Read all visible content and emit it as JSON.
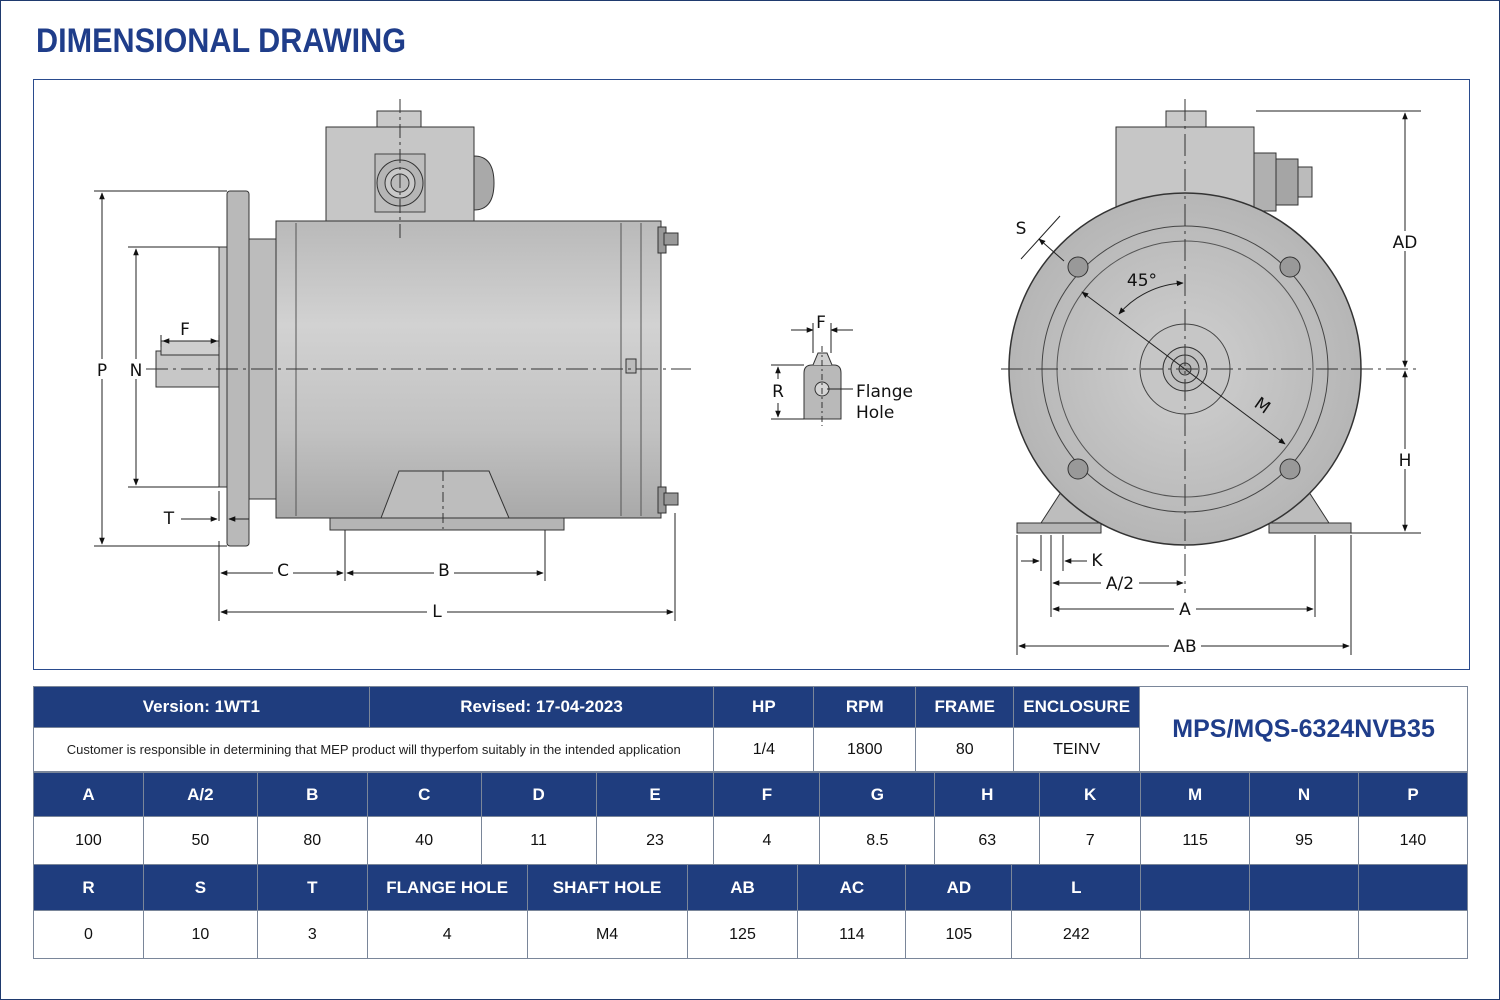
{
  "title": "DIMENSIONAL DRAWING",
  "drawing": {
    "labels": {
      "P": "P",
      "N": "N",
      "F": "F",
      "T": "T",
      "C": "C",
      "B": "B",
      "L": "L",
      "flange_F": "F",
      "flange_R": "R",
      "flange_hole_1": "Flange",
      "flange_hole_2": "Hole",
      "S": "S",
      "angle": "45°",
      "M": "M",
      "AD": "AD",
      "H": "H",
      "K": "K",
      "A_half": "A/2",
      "A": "A",
      "AB": "AB"
    }
  },
  "header": {
    "version": "Version: 1WT1",
    "revised": "Revised: 17-04-2023",
    "hp_label": "HP",
    "rpm_label": "RPM",
    "frame_label": "FRAME",
    "enclosure_label": "ENCLOSURE",
    "note": "Customer is responsible in determining that MEP product will thyperfom suitably in the intended application",
    "hp": "1/4",
    "rpm": "1800",
    "frame": "80",
    "enclosure": "TEINV",
    "model": "MPS/MQS-6324NVB35"
  },
  "dims_row1": {
    "headers": [
      "A",
      "A/2",
      "B",
      "C",
      "D",
      "E",
      "F",
      "G",
      "H",
      "K",
      "M",
      "N",
      "P"
    ],
    "values": [
      "100",
      "50",
      "80",
      "40",
      "11",
      "23",
      "4",
      "8.5",
      "63",
      "7",
      "115",
      "95",
      "140"
    ]
  },
  "dims_row2": {
    "headers": [
      "R",
      "S",
      "T",
      "FLANGE HOLE",
      "SHAFT HOLE",
      "AB",
      "AC",
      "AD",
      "L",
      "",
      "",
      ""
    ],
    "values": [
      "0",
      "10",
      "3",
      "4",
      "M4",
      "125",
      "114",
      "105",
      "242",
      "",
      "",
      ""
    ]
  },
  "colors": {
    "brand": "#1f3d7e",
    "title": "#1f3d8a",
    "motor_body": "#c4c4c4",
    "border": "#2a4b8d"
  }
}
